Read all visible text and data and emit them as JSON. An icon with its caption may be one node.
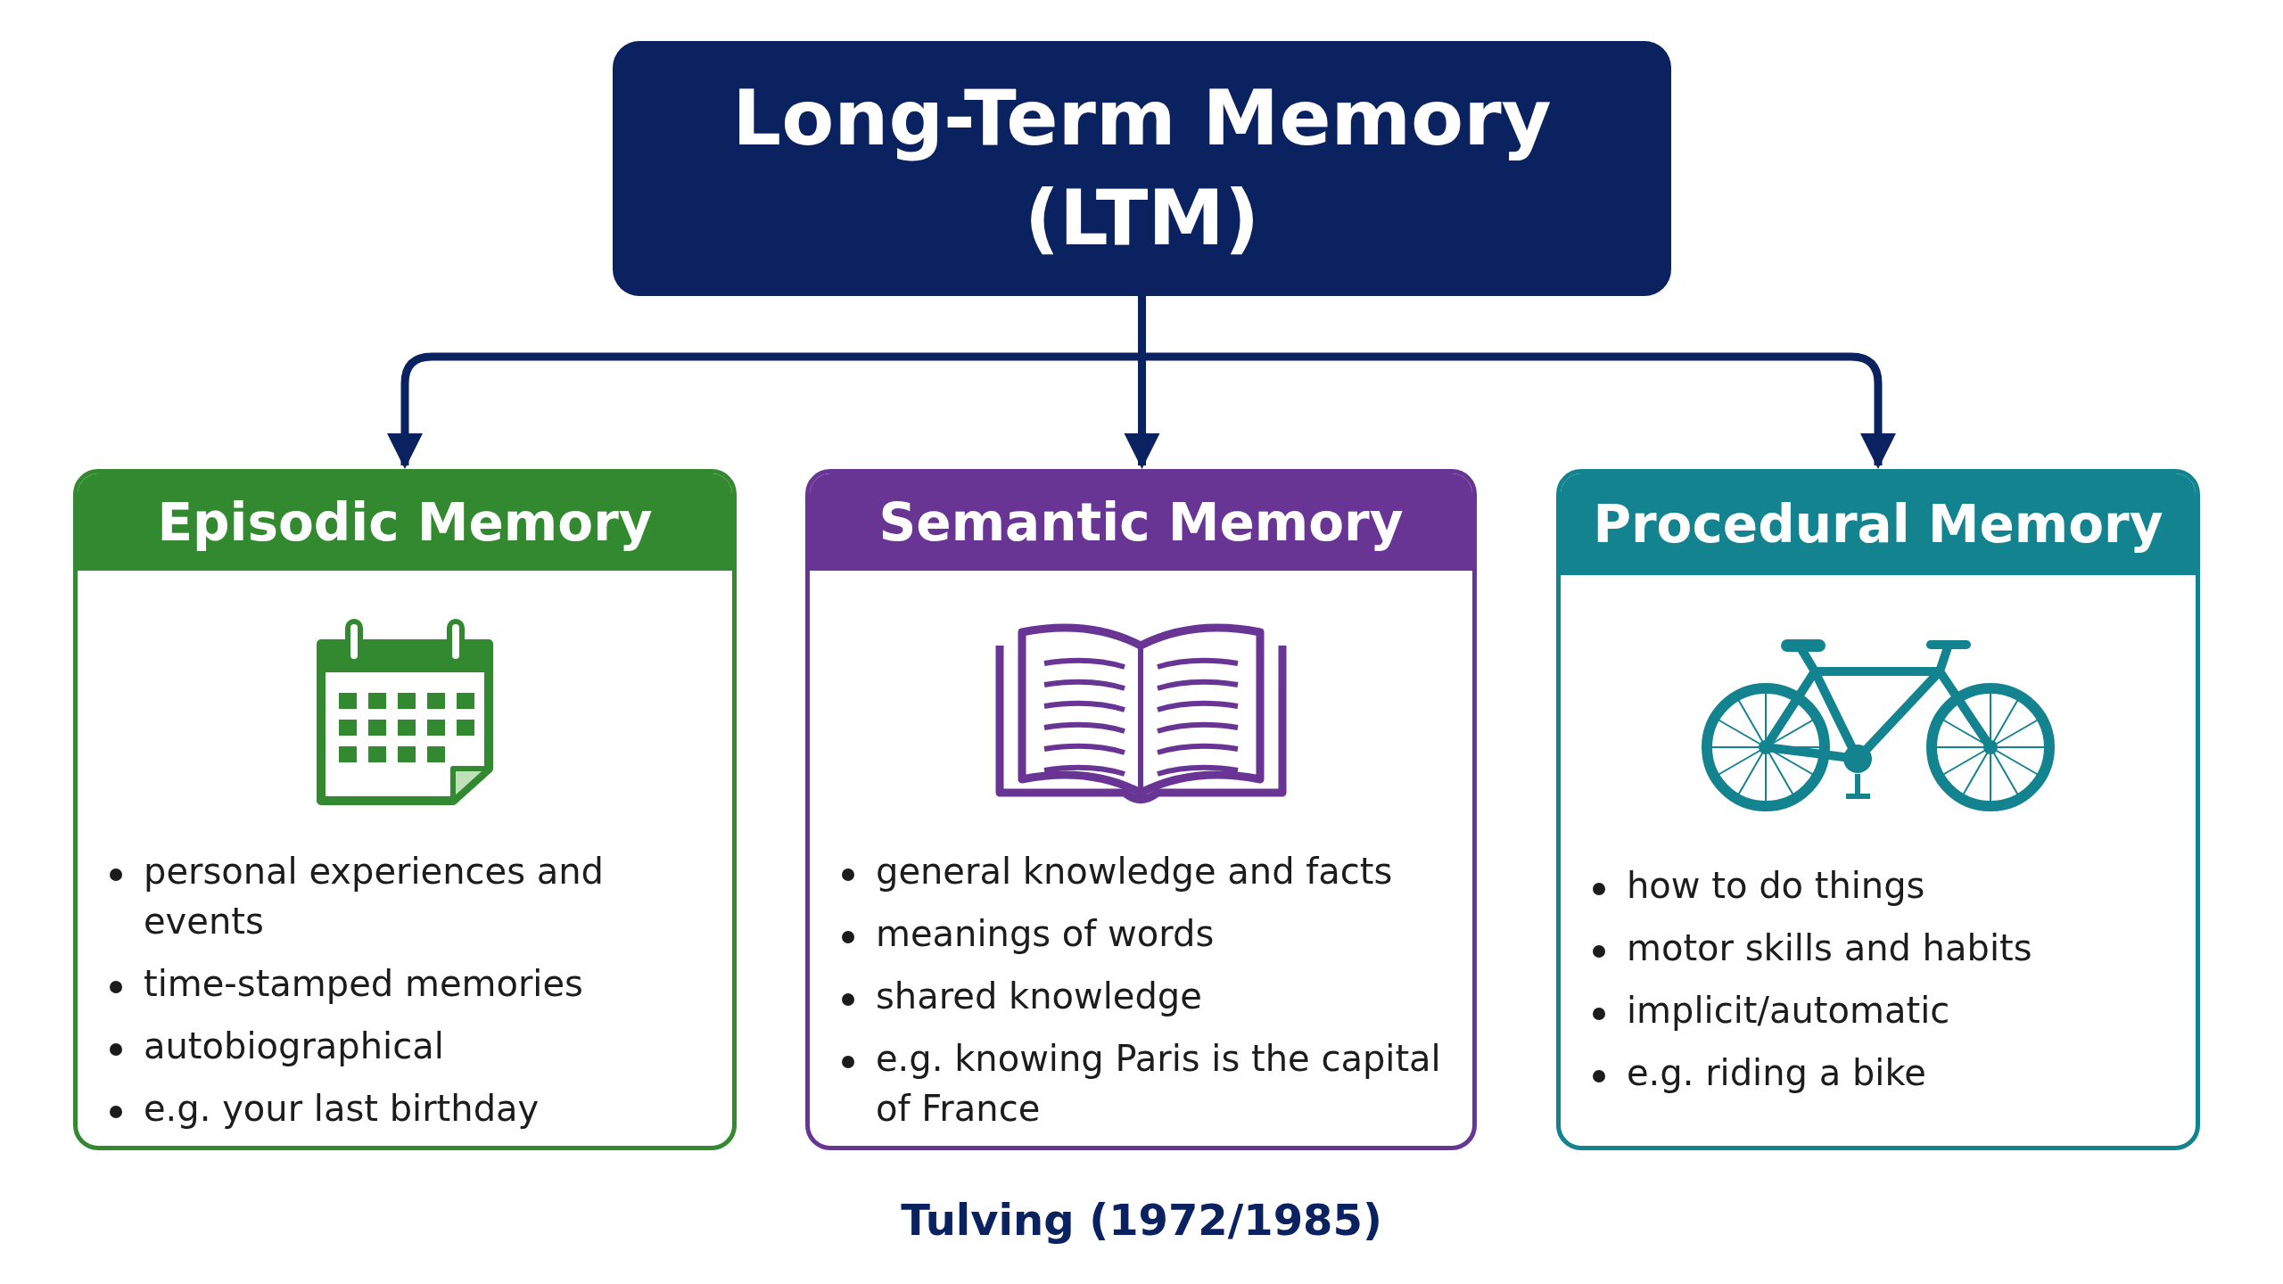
{
  "diagram": {
    "nodes": [
      {
        "text": [
          "Long-Term Memory (LTM)"
        ]
      },
      {
        "text": [
          "Episodic Memory",
          "personal experiences and events",
          "time-stamped memories",
          "autobiographical",
          "e.g. your last birthday"
        ]
      },
      {
        "text": [
          "Semantic Memory",
          "general knowledge and facts",
          "meanings of words",
          "shared knowledge",
          "e.g. knowing Paris is the capital of France"
        ]
      },
      {
        "text": [
          "Procedural Memory",
          "how to do things",
          "motor skills and habits",
          "implicit/automatic",
          "e.g. riding a bike"
        ]
      }
    ],
    "edges": [
      {
        "from": 0,
        "to": 1,
        "arrow": "to"
      },
      {
        "from": 0,
        "to": 2,
        "arrow": "to"
      },
      {
        "from": 0,
        "to": 3,
        "arrow": "to"
      }
    ],
    "caption": "Tulving (1972/1985)"
  }
}
